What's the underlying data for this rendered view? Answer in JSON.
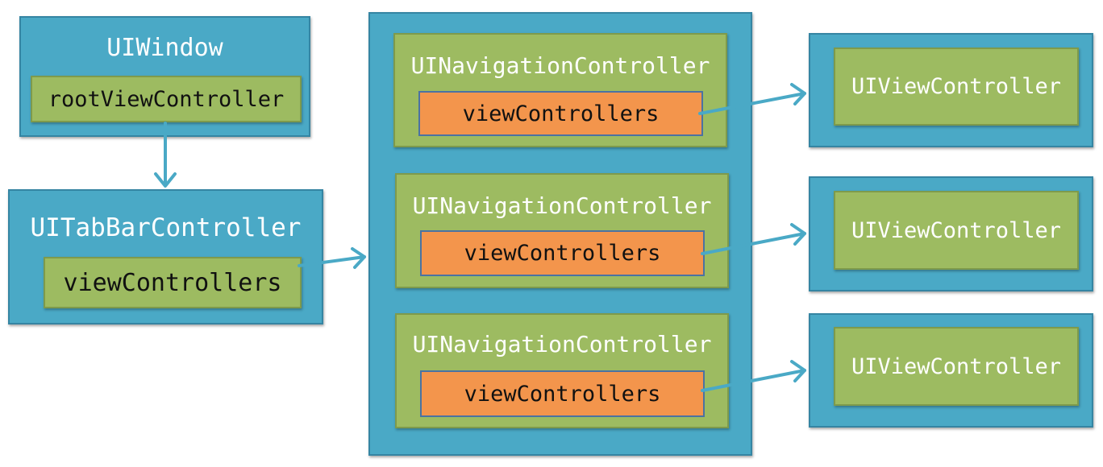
{
  "window": {
    "title": "UIWindow",
    "root_property": "rootViewController"
  },
  "tab_bar": {
    "title": "UITabBarController",
    "property": "viewControllers"
  },
  "navigation_controllers": [
    {
      "title": "UINavigationController",
      "property": "viewControllers"
    },
    {
      "title": "UINavigationController",
      "property": "viewControllers"
    },
    {
      "title": "UINavigationController",
      "property": "viewControllers"
    }
  ],
  "view_controllers": [
    {
      "title": "UIViewController"
    },
    {
      "title": "UIViewController"
    },
    {
      "title": "UIViewController"
    }
  ],
  "colors": {
    "container_blue": "#4aa9c6",
    "property_green": "#9dbb61",
    "array_orange": "#f3954c"
  }
}
